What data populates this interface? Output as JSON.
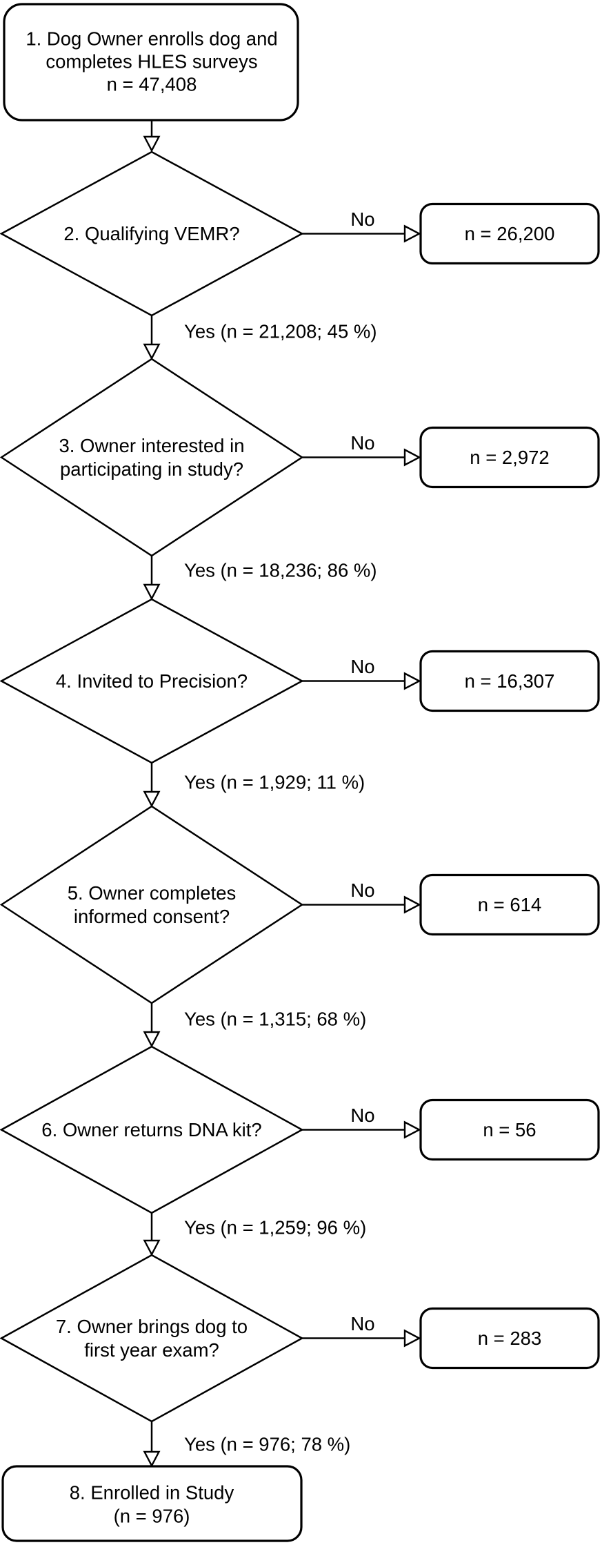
{
  "figure": {
    "description": "Study enrollment flowchart",
    "colors": {
      "stroke": "#000000",
      "shape_fill": "#ffffff",
      "background": "#ffffff"
    }
  },
  "flowchart": {
    "start": {
      "lines": [
        "1. Dog Owner enrolls dog and",
        "completes HLES surveys",
        "n = 47,408"
      ]
    },
    "decisions": [
      {
        "question_lines": [
          "2. Qualifying VEMR?"
        ],
        "no_label": "No",
        "no_value": "n = 26,200",
        "yes_label": "Yes (n = 21,208; 45 %)"
      },
      {
        "question_lines": [
          "3. Owner interested in",
          "participating in study?"
        ],
        "no_label": "No",
        "no_value": "n = 2,972",
        "yes_label": "Yes (n = 18,236; 86 %)"
      },
      {
        "question_lines": [
          "4. Invited to Precision?"
        ],
        "no_label": "No",
        "no_value": "n = 16,307",
        "yes_label": "Yes (n = 1,929; 11 %)"
      },
      {
        "question_lines": [
          "5. Owner completes",
          "informed consent?"
        ],
        "no_label": "No",
        "no_value": "n = 614",
        "yes_label": "Yes (n = 1,315; 68 %)"
      },
      {
        "question_lines": [
          "6. Owner returns DNA kit?"
        ],
        "no_label": "No",
        "no_value": "n = 56",
        "yes_label": "Yes (n = 1,259; 96 %)"
      },
      {
        "question_lines": [
          "7. Owner brings dog to",
          "first year exam?"
        ],
        "no_label": "No",
        "no_value": "n = 283",
        "yes_label": "Yes (n = 976; 78 %)"
      }
    ],
    "end": {
      "lines": [
        "8. Enrolled in Study",
        "(n = 976)"
      ]
    }
  }
}
